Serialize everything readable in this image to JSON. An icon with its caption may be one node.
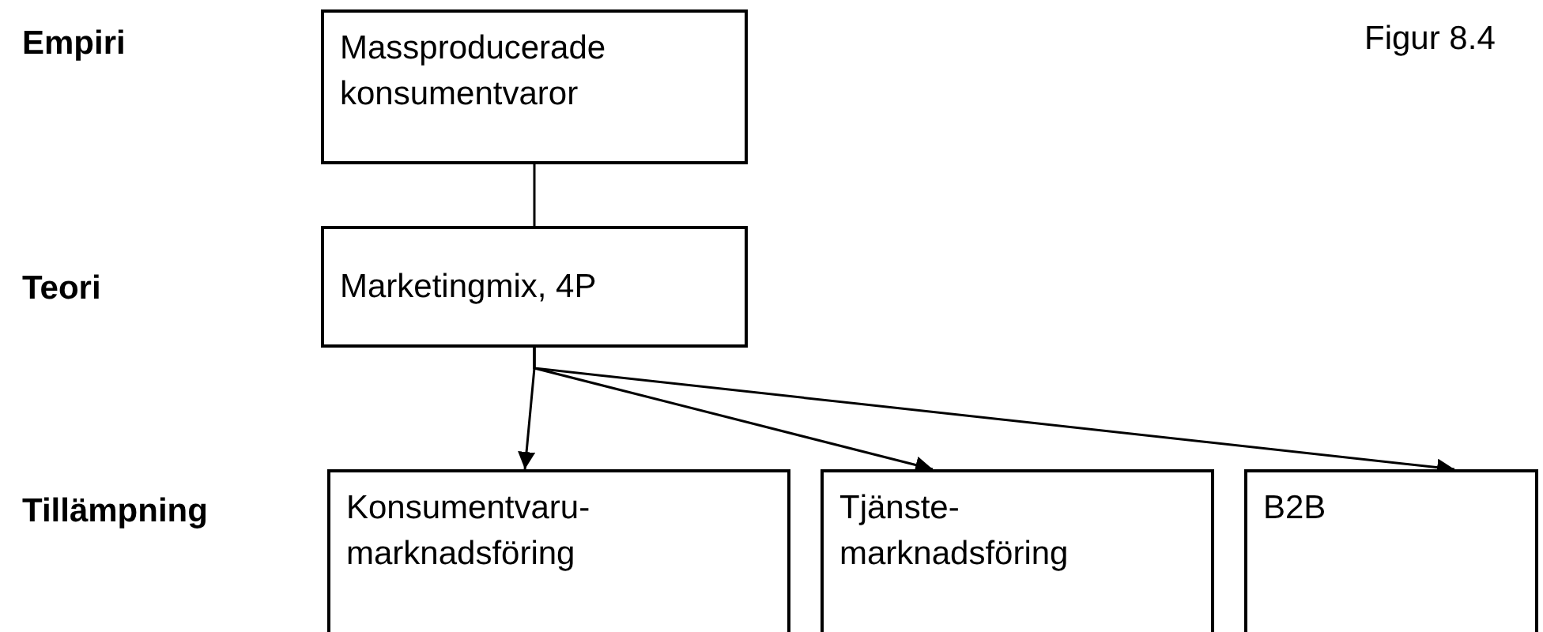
{
  "diagram": {
    "nodes": [
      {
        "text": [
          "Massproducerade konsumentvaror"
        ]
      },
      {
        "text": [
          "Marketingmix, 4P"
        ]
      },
      {
        "text": [
          "Konsumentvaru- marknadsföring"
        ]
      },
      {
        "text": [
          "Tjänste- marknadsföring"
        ]
      },
      {
        "text": [
          "B2B"
        ]
      }
    ],
    "edges": [
      {
        "from": 0,
        "to": 1,
        "arrow": "none"
      },
      {
        "from": 1,
        "to": 2,
        "arrow": "to"
      },
      {
        "from": 1,
        "to": 3,
        "arrow": "to"
      },
      {
        "from": 1,
        "to": 4,
        "arrow": "to"
      }
    ],
    "labels": [
      "Empiri",
      "Figur 8.4",
      "Teori",
      "Tillämpning"
    ]
  }
}
